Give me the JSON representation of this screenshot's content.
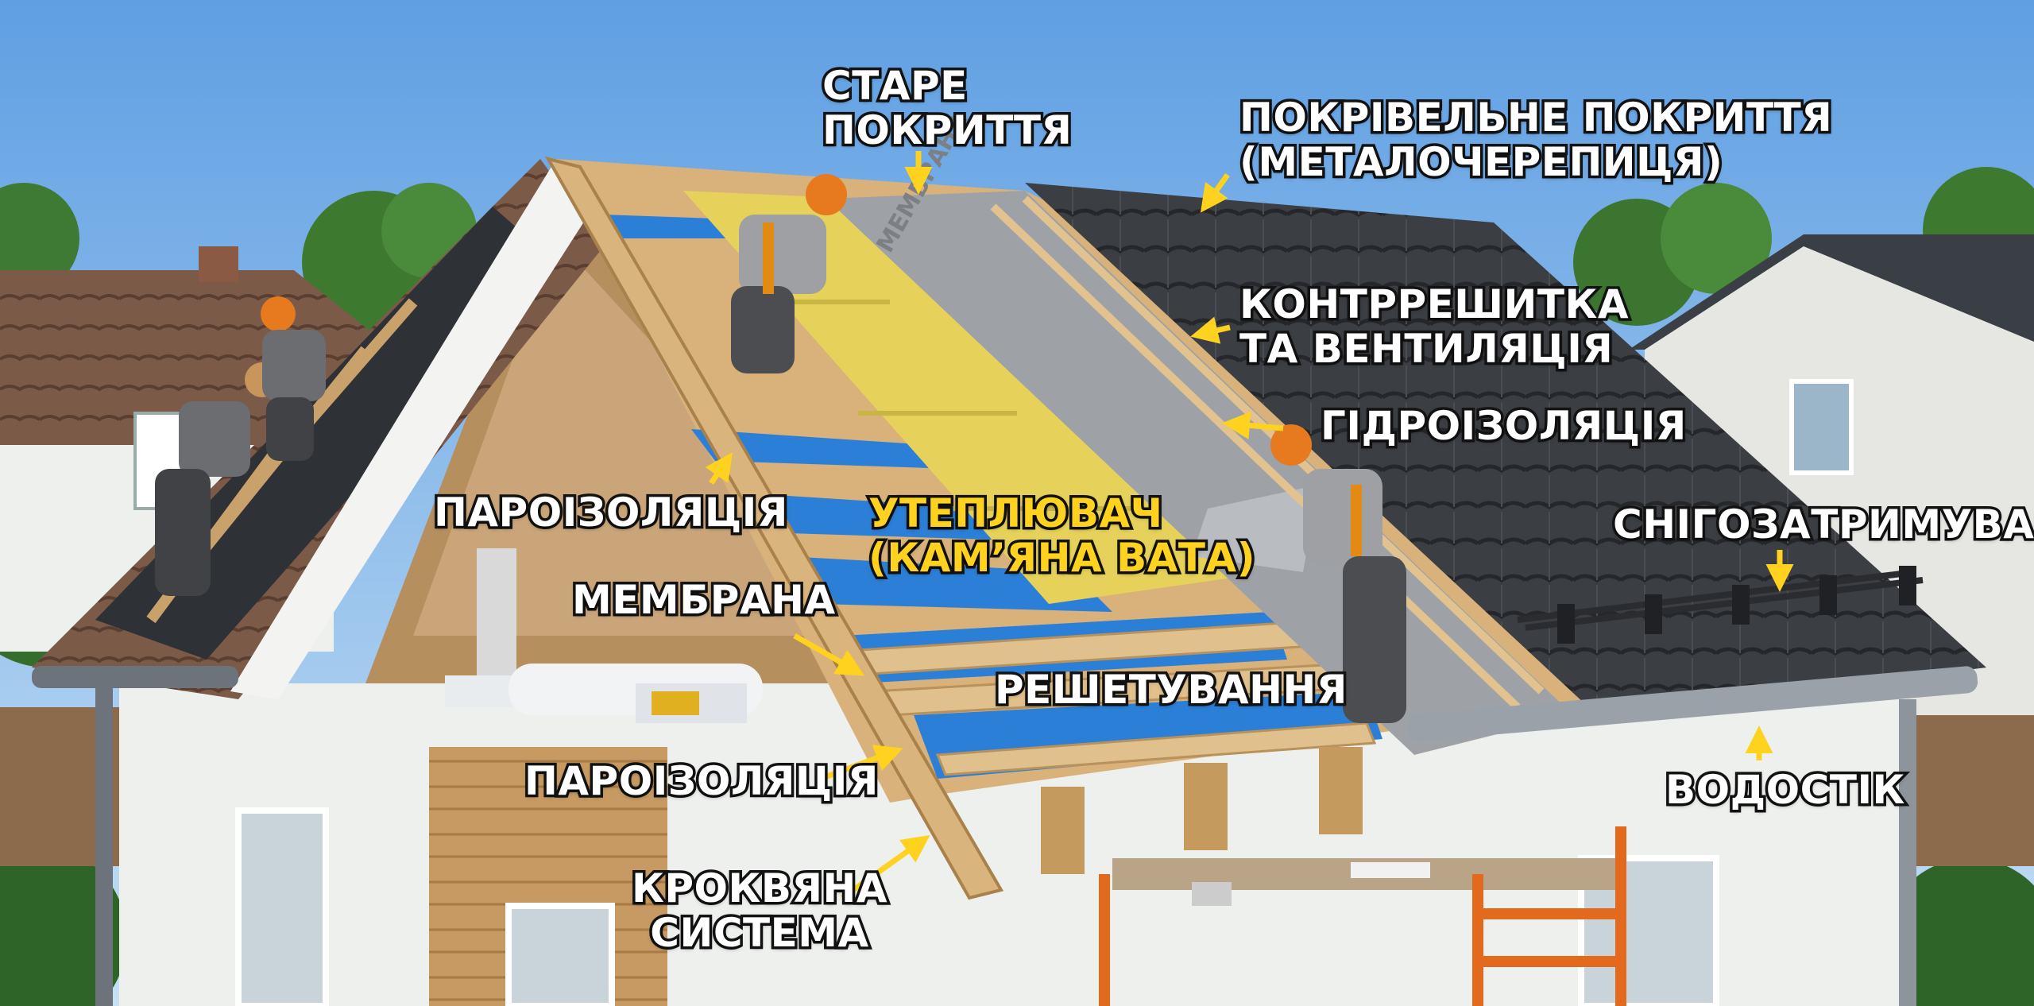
{
  "labels": {
    "old_cover_1": "СТАРЕ",
    "old_cover_2": "ПОКРИТТЯ",
    "roof_cover_1": "ПОКРІВЕЛЬНЕ ПОКРИТТЯ",
    "roof_cover_2": "(МЕТАЛОЧЕРЕПИЦЯ)",
    "counter_batten_1": "КОНТРРЕШИТКА",
    "counter_batten_2": "ТА ВЕНТИЛЯЦІЯ",
    "waterproofing": "ГІДРОІЗОЛЯЦІЯ",
    "vapor_barrier_top": "ПАРОІЗОЛЯЦІЯ",
    "insulation_1": "УТЕПЛЮВАЧ",
    "insulation_2": "(КАМ’ЯНА ВАТА)",
    "snow_guard": "СНІГОЗАТРИМУВАЧ",
    "membrane": "МЕМБРАНА",
    "battens": "РЕШЕТУВАННЯ",
    "vapor_barrier_bottom": "ПАРОІЗОЛЯЦІЯ",
    "gutter": "ВОДОСТІК",
    "rafters_1": "КРОКВЯНА",
    "rafters_2": "СИСТЕМА"
  },
  "membrane_print": "МЕМБРАНА",
  "colors": {
    "sky_top": "#5f9fe3",
    "sky_bottom": "#bfdcf3",
    "label_text": "#ffffff",
    "label_highlight": "#ffd21f",
    "label_outline": "#141414",
    "arrow": "#ffd21f",
    "metal_tile": "#3b3e43",
    "membrane_blue": "#2b7fd6",
    "insulation_yellow": "#e6d25a",
    "wood": "#d8b27a"
  }
}
